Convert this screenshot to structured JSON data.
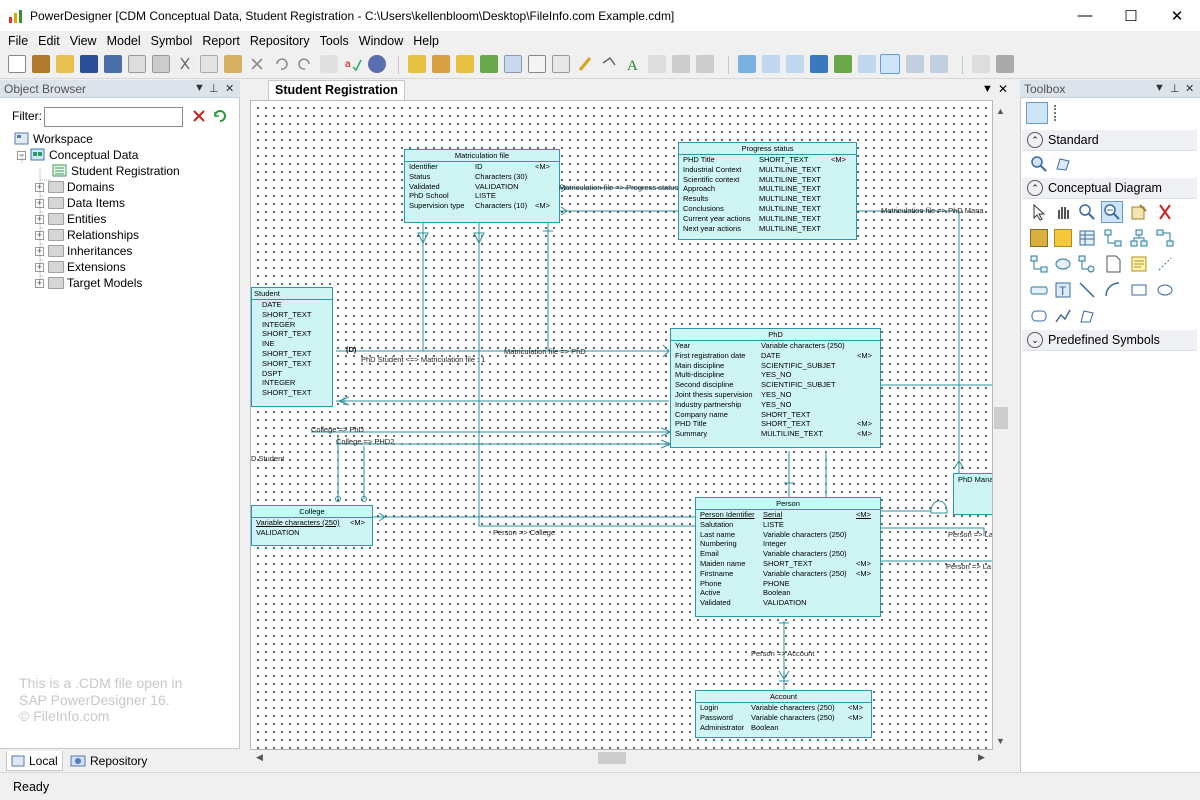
{
  "window": {
    "title": "PowerDesigner [CDM Conceptual Data, Student Registration - C:\\Users\\kellenbloom\\Desktop\\FileInfo.com Example.cdm]",
    "minimize": "—",
    "maximize": "☐",
    "close": "✕"
  },
  "menu": [
    "File",
    "Edit",
    "View",
    "Model",
    "Symbol",
    "Report",
    "Repository",
    "Tools",
    "Window",
    "Help"
  ],
  "object_browser": {
    "header": "Object Browser",
    "filter_label": "Filter:",
    "filter_value": "",
    "tree": [
      {
        "label": "Workspace",
        "level": 0,
        "icon": "workspace-icon"
      },
      {
        "label": "Conceptual Data",
        "level": 1,
        "icon": "model-icon",
        "expand": "−"
      },
      {
        "label": "Student Registration",
        "level": 2,
        "icon": "diagram-icon"
      },
      {
        "label": "Domains",
        "level": 2,
        "icon": "folder-icon",
        "expand": "+"
      },
      {
        "label": "Data Items",
        "level": 2,
        "icon": "folder-icon",
        "expand": "+"
      },
      {
        "label": "Entities",
        "level": 2,
        "icon": "folder-icon",
        "expand": "+"
      },
      {
        "label": "Relationships",
        "level": 2,
        "icon": "folder-icon",
        "expand": "+"
      },
      {
        "label": "Inheritances",
        "level": 2,
        "icon": "folder-icon",
        "expand": "+"
      },
      {
        "label": "Extensions",
        "level": 2,
        "icon": "folder-icon",
        "expand": "+"
      },
      {
        "label": "Target Models",
        "level": 2,
        "icon": "folder-icon",
        "expand": "+"
      }
    ],
    "watermark": [
      "This is a .CDM file open in",
      "SAP PowerDesigner 16.",
      "© FileInfo.com"
    ],
    "tabs": [
      "Local",
      "Repository"
    ]
  },
  "diagram": {
    "tab": "Student Registration",
    "entities": {
      "matriculation": {
        "title": "Matriculation file",
        "rows": [
          [
            "Identifier",
            "ID",
            "<M>"
          ],
          [
            "Status",
            "Characters (30)",
            ""
          ],
          [
            "Validated",
            "VALIDATION",
            ""
          ],
          [
            "PhD School",
            "LISTE",
            ""
          ],
          [
            "Supervision type",
            "Characters (10)",
            "<M>"
          ]
        ]
      },
      "progress": {
        "title": "Progress status",
        "rows": [
          [
            "PHD Title",
            "SHORT_TEXT",
            "<M>"
          ],
          [
            "Industrial Context",
            "MULTILINE_TEXT",
            ""
          ],
          [
            "Scientific context",
            "MULTILINE_TEXT",
            ""
          ],
          [
            "Approach",
            "MULTILINE_TEXT",
            ""
          ],
          [
            "Results",
            "MULTILINE_TEXT",
            ""
          ],
          [
            "Conclusions",
            "MULTILINE_TEXT",
            ""
          ],
          [
            "Current year actions",
            "MULTILINE_TEXT",
            ""
          ],
          [
            "Next year actions",
            "MULTILINE_TEXT",
            ""
          ]
        ]
      },
      "student": {
        "title": "Student",
        "rows": [
          [
            "DATE"
          ],
          [
            "SHORT_TEXT"
          ],
          [
            "INTEGER"
          ],
          [
            "SHORT_TEXT"
          ],
          [
            "INE"
          ],
          [
            "SHORT_TEXT"
          ],
          [
            "SHORT_TEXT"
          ],
          [
            "DSPT"
          ],
          [
            "INTEGER"
          ],
          [
            "SHORT_TEXT"
          ]
        ]
      },
      "phd": {
        "title": "PhD",
        "rows": [
          [
            "Year",
            "Variable characters (250)",
            ""
          ],
          [
            "First registration date",
            "DATE",
            "<M>"
          ],
          [
            "Main discipline",
            "SCIENTIFIC_SUBJET",
            ""
          ],
          [
            "Multi-discipline",
            "YES_NO",
            ""
          ],
          [
            "Second discipline",
            "SCIENTIFIC_SUBJET",
            ""
          ],
          [
            "Joint thesis supervision",
            "YES_NO",
            ""
          ],
          [
            "Industry partnership",
            "YES_NO",
            ""
          ],
          [
            "Company name",
            "SHORT_TEXT",
            ""
          ],
          [
            "PHD Title",
            "SHORT_TEXT",
            "<M>"
          ],
          [
            "Summary",
            "MULTILINE_TEXT",
            "<M>"
          ]
        ]
      },
      "college": {
        "title": "College",
        "rows": [
          [
            "Variable characters (250)",
            "<M>"
          ],
          [
            "VALIDATION",
            ""
          ]
        ]
      },
      "person": {
        "title": "Person",
        "rows": [
          [
            "Person Identifier",
            "Serial",
            "<M>"
          ],
          [
            "Salutation",
            "LISTE",
            ""
          ],
          [
            "Last name",
            "Variable characters (250)",
            ""
          ],
          [
            "Numbering",
            "Integer",
            ""
          ],
          [
            "Email",
            "Variable characters (250)",
            ""
          ],
          [
            "Maiden name",
            "SHORT_TEXT",
            "<M>"
          ],
          [
            "Firstname",
            "Variable characters (250)",
            "<M>"
          ],
          [
            "Phone",
            "PHONE",
            ""
          ],
          [
            "Active",
            "Boolean",
            ""
          ],
          [
            "Validated",
            "VALIDATION",
            ""
          ]
        ]
      },
      "account": {
        "title": "Account",
        "rows": [
          [
            "Login",
            "Variable characters (250)",
            "<M>"
          ],
          [
            "Password",
            "Variable characters (250)",
            "<M>"
          ],
          [
            "Administrator",
            "Boolean",
            ""
          ]
        ]
      },
      "phdmanager": {
        "title": "PhD Mana"
      }
    },
    "links": {
      "matric_progress": "Matriculation file => Progress status",
      "matric_progress_short": "Matriculation file => PhD Mana",
      "matric_phd": "Matriculation file => PhD",
      "phdstudent_matric": "PhD Student <=> Matriculation file : 1",
      "d_label": "(D)",
      "college_phd": "College => PhD",
      "college_phd2": "College => PHD2",
      "d_student": "D Student",
      "person_college": "Person => College",
      "person_la1": "Person => La",
      "person_la2": "Person => La",
      "person_account": "Person => Account"
    }
  },
  "toolbox": {
    "header": "Toolbox",
    "categories": [
      "Standard",
      "Conceptual Diagram",
      "Predefined Symbols"
    ]
  },
  "status": "Ready"
}
